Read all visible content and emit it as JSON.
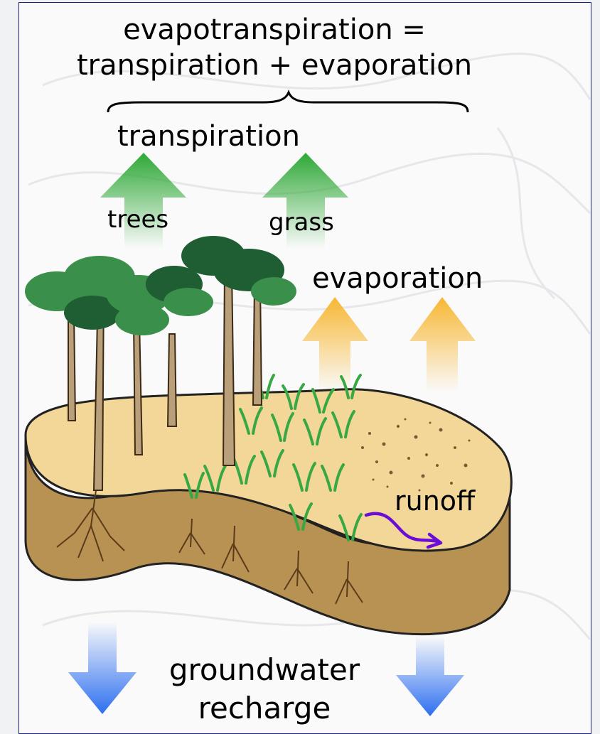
{
  "title": {
    "line1": "evapotranspiration =",
    "line2": "transpiration + evaporation"
  },
  "labels": {
    "transpiration": "transpiration",
    "trees": "trees",
    "grass": "grass",
    "evaporation": "evaporation",
    "runoff": "runoff",
    "groundwater_line1": "groundwater",
    "groundwater_line2": "recharge"
  },
  "colors": {
    "transpiration_arrow": "#2ea836",
    "evaporation_arrow": "#f7b733",
    "recharge_arrow": "#2d6ff0",
    "runoff_arrow": "#6a0dd6",
    "soil_top": "#f3d799",
    "soil_side": "#b89253",
    "tree_foliage_light": "#3a8f4a",
    "tree_foliage_dark": "#1f5e33",
    "grass": "#37a843"
  },
  "icons": {
    "transpiration_arrows": "up-arrow-icon",
    "evaporation_arrows": "up-arrow-icon",
    "recharge_arrows": "down-arrow-icon",
    "runoff_arrow": "curved-arrow-icon"
  }
}
